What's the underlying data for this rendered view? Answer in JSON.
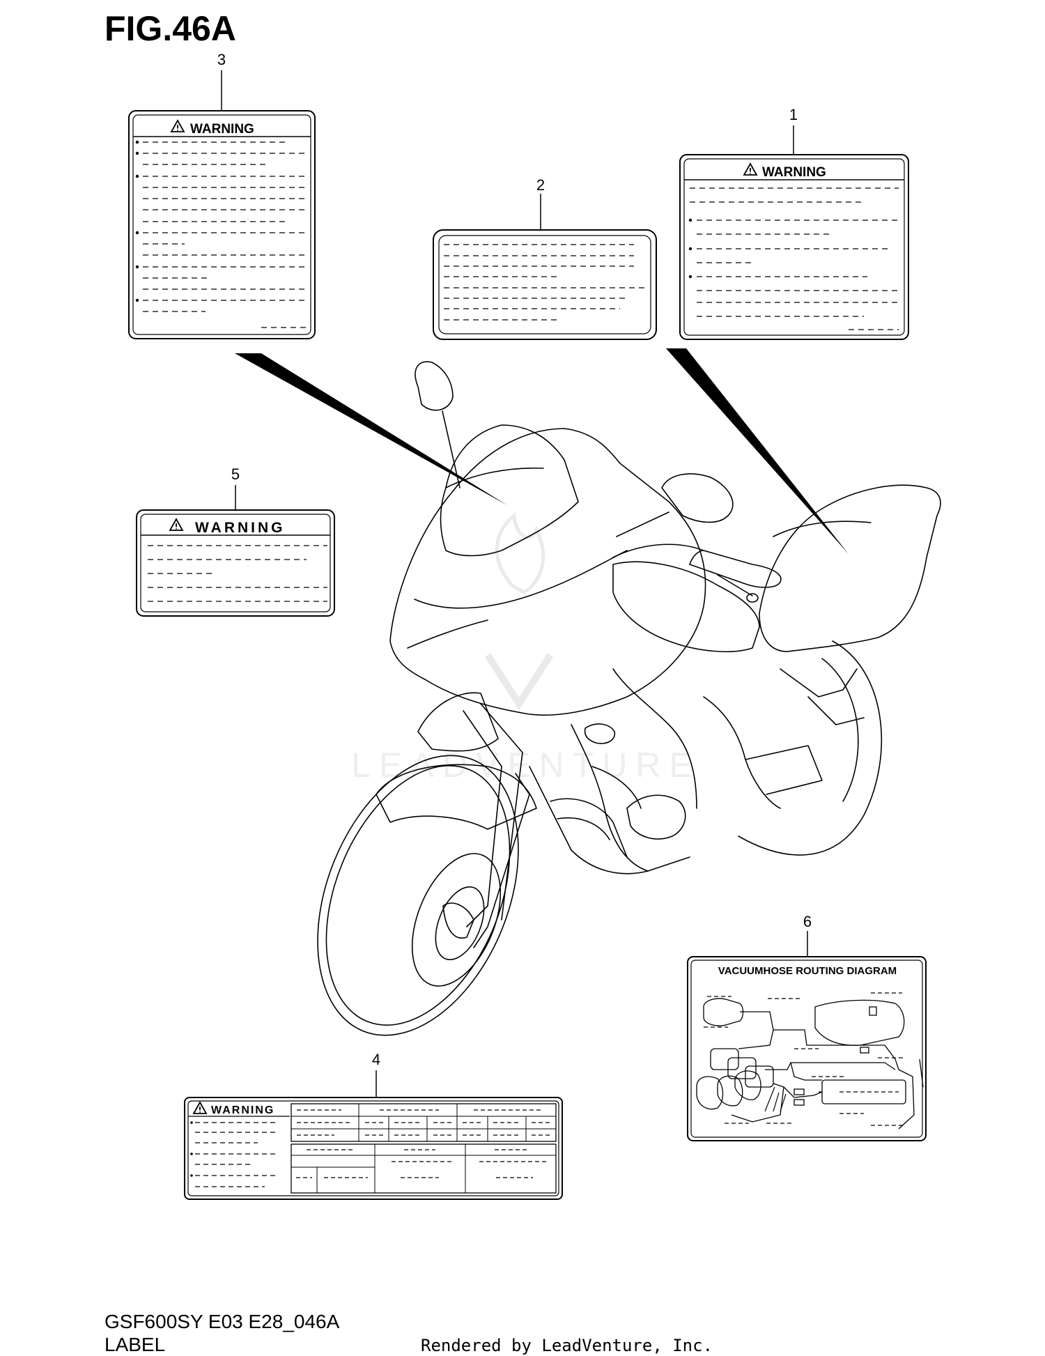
{
  "figure": {
    "title": "FIG.46A",
    "model_code": "GSF600SY E03 E28_046A",
    "section_name": "LABEL",
    "render_credit": "Rendered by LeadVenture, Inc.",
    "watermark": "LEADVENTURE"
  },
  "callouts": [
    {
      "number": "1",
      "part": "warning-label-rear"
    },
    {
      "number": "2",
      "part": "info-label"
    },
    {
      "number": "3",
      "part": "warning-label-large"
    },
    {
      "number": "4",
      "part": "warning-table-label"
    },
    {
      "number": "5",
      "part": "warning-label-small"
    },
    {
      "number": "6",
      "part": "vacuum-hose-diagram-label"
    }
  ],
  "labels": {
    "warning_heading": "WARNING",
    "vacuum_heading": "VACUUMHOSE ROUTING DIAGRAM"
  },
  "icons": {
    "warning": "warning-triangle-icon"
  }
}
